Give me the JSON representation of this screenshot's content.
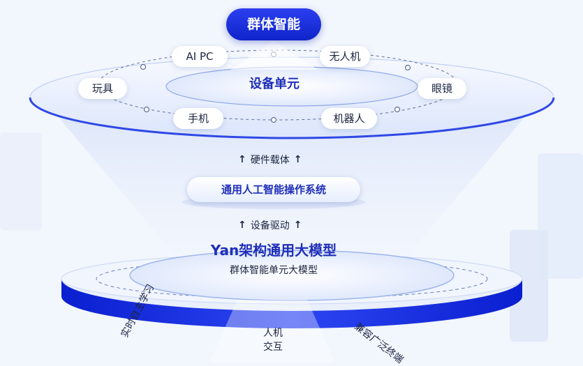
{
  "title": "群体智能",
  "devices_center": "设备单元",
  "devices": [
    "AI PC",
    "无人机",
    "玩具",
    "眼镜",
    "手机",
    "机器人"
  ],
  "link_hardware": "硬件载体",
  "os_label": "通用人工智能操作系统",
  "link_driver": "设备驱动",
  "model_title": "Yan架构通用大模型",
  "model_subtitle": "群体智能单元大模型",
  "features": [
    "实时自主学习",
    "人机交互",
    "兼容广泛终端"
  ]
}
